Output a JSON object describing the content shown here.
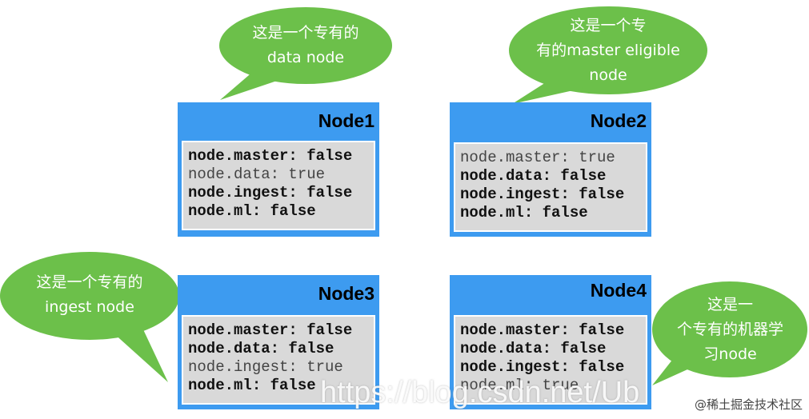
{
  "nodes": [
    {
      "title": "Node1",
      "lines": [
        {
          "text": "node.master: false",
          "bold": true
        },
        {
          "text": "node.data: true",
          "bold": false
        },
        {
          "text": "node.ingest: false",
          "bold": true
        },
        {
          "text": "node.ml: false",
          "bold": true
        }
      ]
    },
    {
      "title": "Node2",
      "lines": [
        {
          "text": "node.master: true",
          "bold": false
        },
        {
          "text": "node.data: false",
          "bold": true
        },
        {
          "text": "node.ingest: false",
          "bold": true
        },
        {
          "text": "node.ml: false",
          "bold": true
        }
      ]
    },
    {
      "title": "Node3",
      "lines": [
        {
          "text": "node.master: false",
          "bold": true
        },
        {
          "text": "node.data: false",
          "bold": true
        },
        {
          "text": "node.ingest: true",
          "bold": false
        },
        {
          "text": "node.ml: false",
          "bold": true
        }
      ]
    },
    {
      "title": "Node4",
      "lines": [
        {
          "text": "node.master: false",
          "bold": true
        },
        {
          "text": "node.data: false",
          "bold": true
        },
        {
          "text": "node.ingest: false",
          "bold": true
        },
        {
          "text": "node.ml: true",
          "bold": false
        }
      ]
    }
  ],
  "bubbles": [
    {
      "lines": [
        "这是一个专有的",
        "data node"
      ]
    },
    {
      "lines": [
        "这是一个专",
        "有的master eligible",
        "node"
      ]
    },
    {
      "lines": [
        "这是一个专有的",
        "ingest node"
      ]
    },
    {
      "lines": [
        "这是一",
        "个专有的机器学",
        "习node"
      ]
    }
  ],
  "colors": {
    "node_header": "#3d9bf0",
    "node_body": "#d9d9d9",
    "bubble": "#6cc04a"
  },
  "watermark": "https://blog.csdn.net/Ub",
  "credit": "@稀土掘金技术社区"
}
